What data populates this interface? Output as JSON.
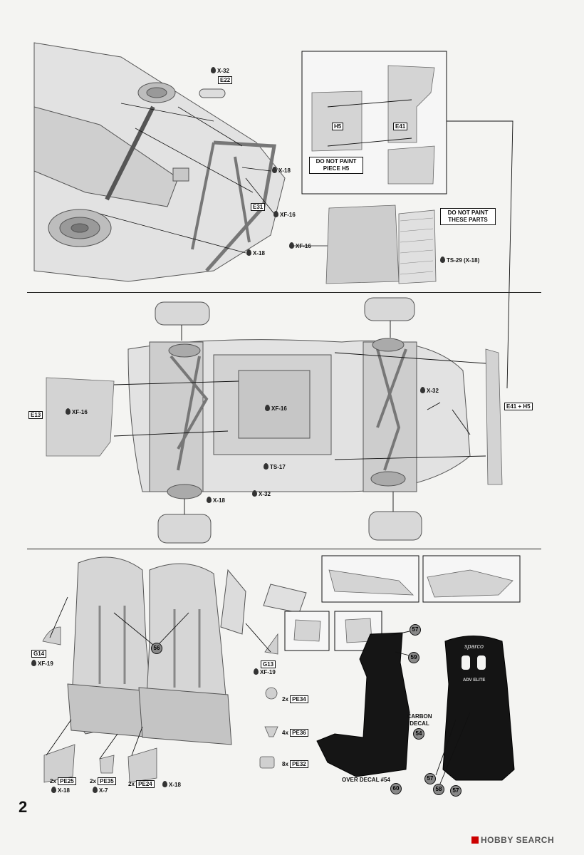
{
  "page_number": "2",
  "watermark": "HOBBY SEARCH",
  "section1": {
    "paints": {
      "x32": "X-32",
      "x18a": "X-18",
      "xf16a": "XF-16",
      "x18b": "X-18",
      "xf16b": "XF-16",
      "ts29": "TS-29 (X-18)"
    },
    "parts": {
      "e22": "E22",
      "e31": "E31",
      "h5": "H5",
      "e41": "E41"
    },
    "notes": {
      "h5": "DO NOT PAINT PIECE H5",
      "these": "DO NOT PAINT THESE PARTS"
    }
  },
  "section2": {
    "paints": {
      "xf16a": "XF-16",
      "xf16b": "XF-16",
      "x32a": "X-32",
      "ts17": "TS-17",
      "x18": "X-18",
      "x32b": "X-32"
    },
    "parts": {
      "e13": "E13",
      "e41h5": "E41 + H5"
    }
  },
  "section3": {
    "parts": {
      "g14": "G14",
      "g13": "G13"
    },
    "paints": {
      "xf19a": "XF-19",
      "xf19b": "XF-19",
      "x18a": "X-18",
      "x7": "X-7",
      "x18b": "X-18"
    },
    "pe": {
      "pe34_qty": "2x",
      "pe34": "PE34",
      "pe36_qty": "4x",
      "pe36": "PE36",
      "pe32_qty": "8x",
      "pe32": "PE32",
      "pe25_qty": "2x",
      "pe25": "PE25",
      "pe35_qty": "2x",
      "pe35": "PE35",
      "pe24_qty": "2x",
      "pe24": "PE24"
    },
    "decals": {
      "n56": "56",
      "n57a": "57",
      "n59": "59",
      "carbon": "CARBON DECAL",
      "n54": "54",
      "over": "OVER DECAL #54",
      "n60": "60",
      "n57b": "57",
      "n58": "58",
      "n57c": "57"
    },
    "seat_brand": "sparco",
    "seat_model": "ADV ELITE"
  }
}
